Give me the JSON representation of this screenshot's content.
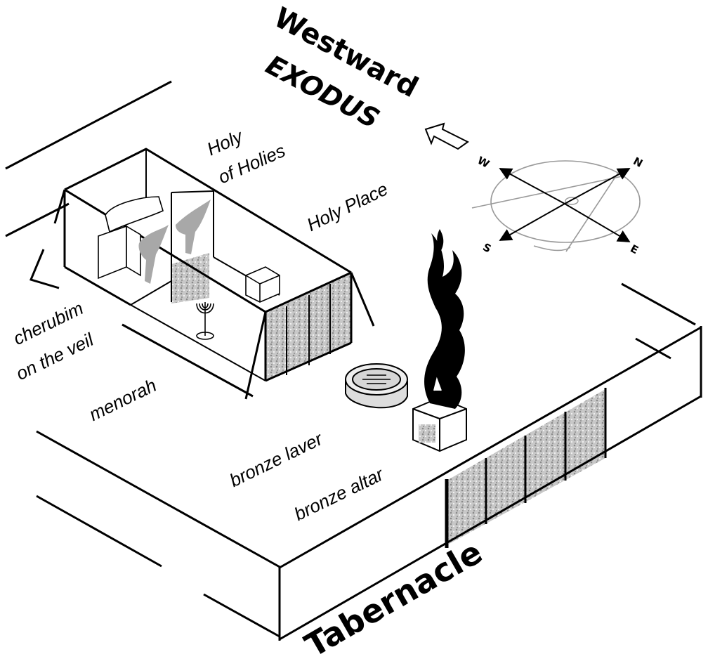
{
  "title_top": "Westward",
  "subtitle_top": "EXODUS",
  "title_bottom": "Tabernacle",
  "labels": {
    "holy_of_holies_line1": "Holy",
    "holy_of_holies_line2": "of Holies",
    "holy_place": "Holy Place",
    "cherubim_line1": "cherubim",
    "cherubim_line2": "on the veil",
    "menorah": "menorah",
    "bronze_laver": "bronze laver",
    "bronze_altar": "bronze altar"
  },
  "compass": {
    "w": "W",
    "n": "N",
    "s": "S",
    "e": "E"
  },
  "colors": {
    "ink": "#000000",
    "gray": "#9a9a9a",
    "stipple": "#bdbdbd",
    "flame": "#000000"
  }
}
